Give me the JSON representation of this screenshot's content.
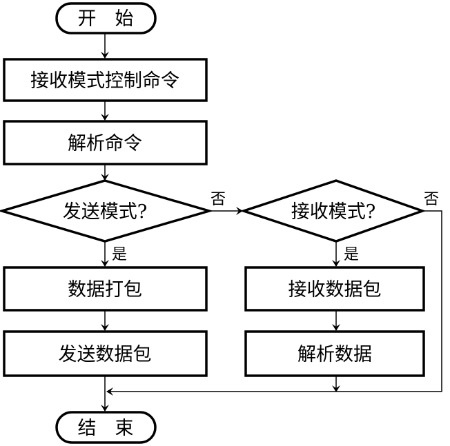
{
  "start": "开　始",
  "end": "结　束",
  "steps": {
    "receive_cmd": "接收模式控制命令",
    "parse_cmd": "解析命令",
    "pack_data": "数据打包",
    "send_packet": "发送数据包",
    "receive_packet": "接收数据包",
    "parse_data": "解析数据"
  },
  "decisions": {
    "send_mode": "发送模式?",
    "receive_mode": "接收模式?"
  },
  "branch_labels": {
    "send_no": "否",
    "send_yes": "是",
    "receive_no": "否",
    "receive_yes": "是"
  }
}
